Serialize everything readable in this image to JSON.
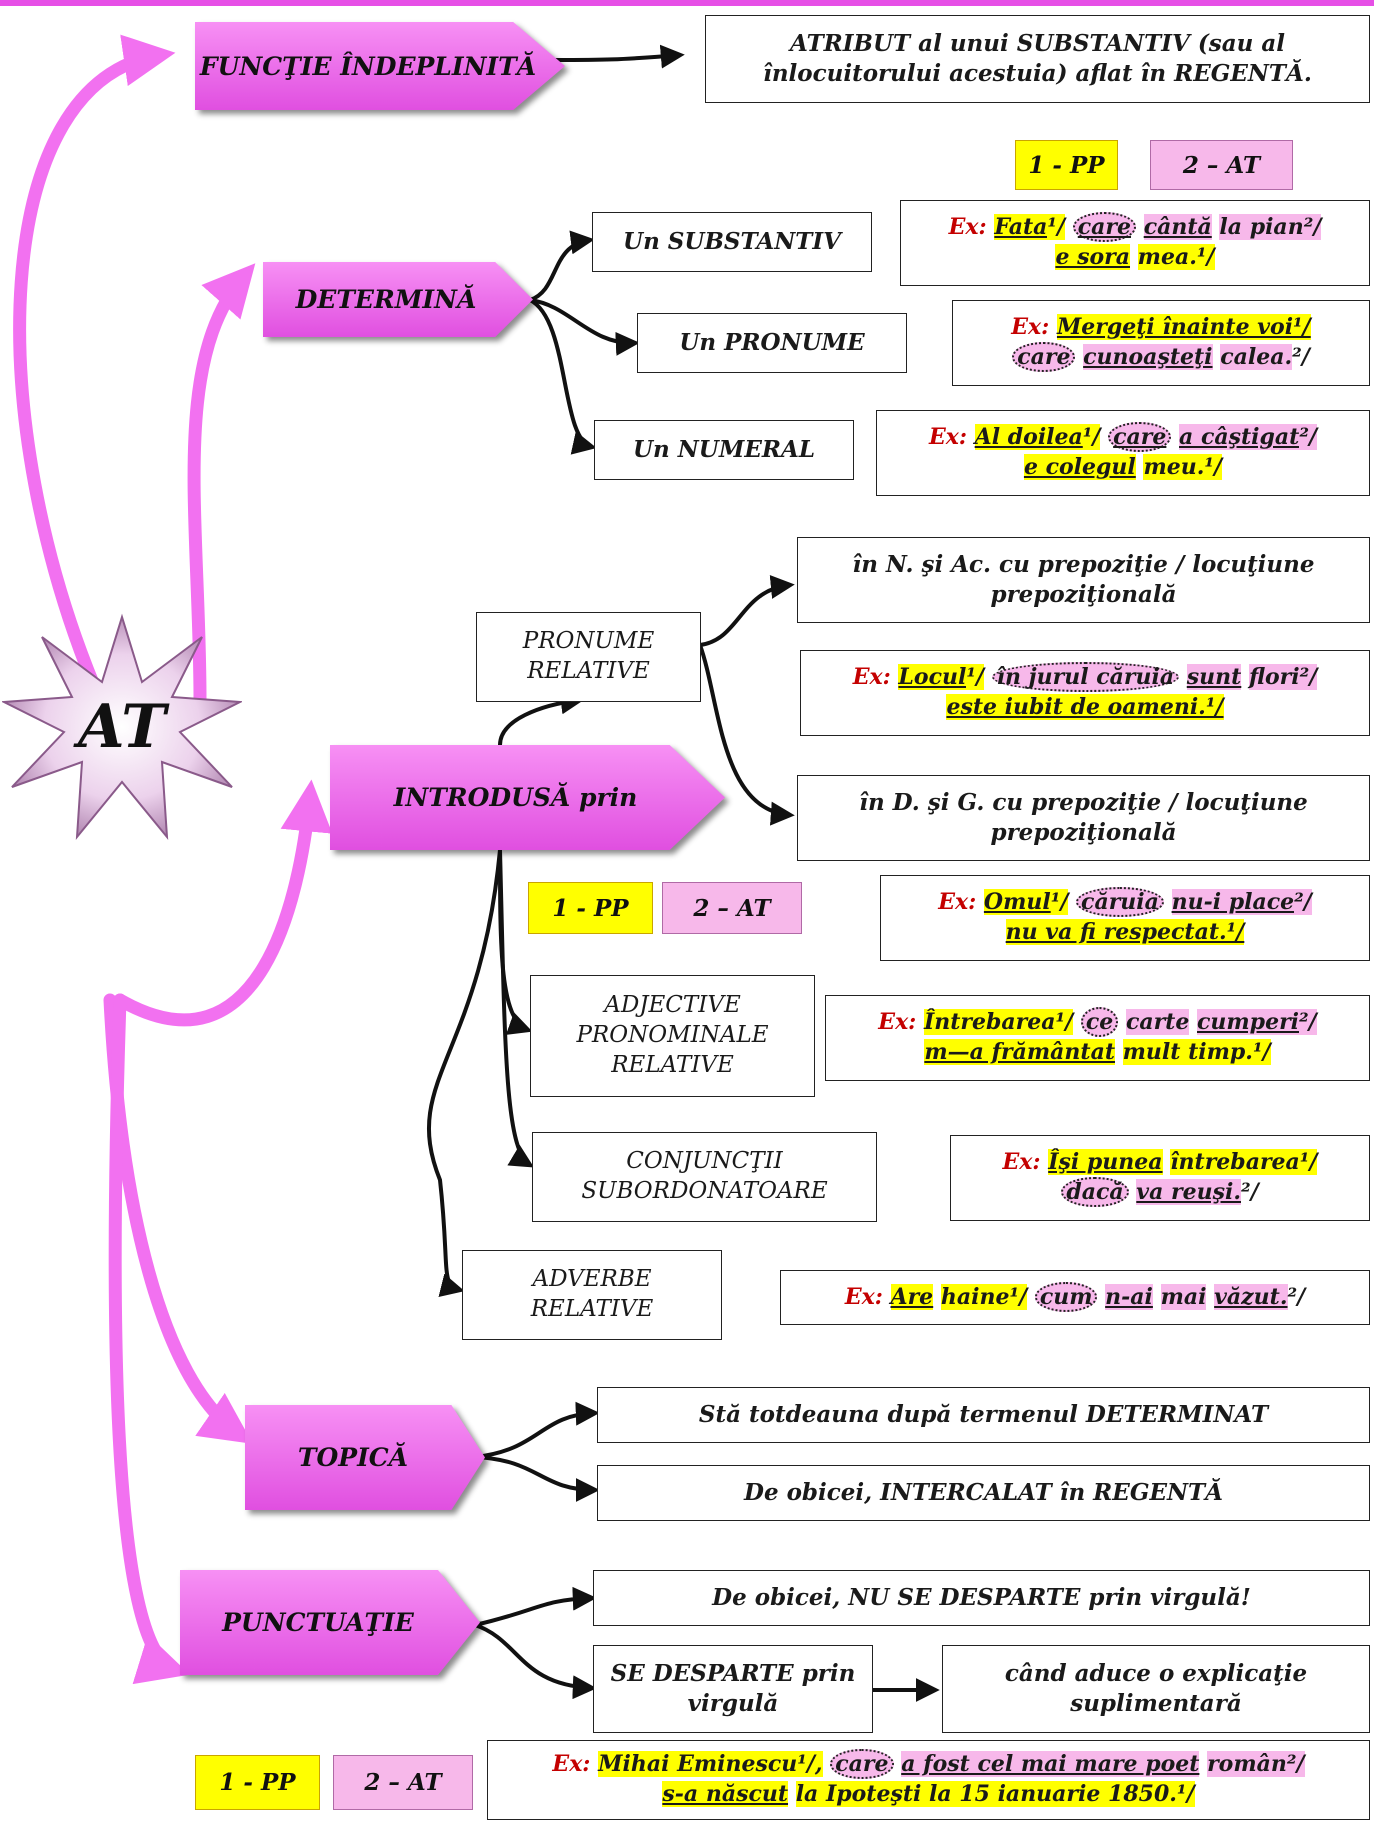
{
  "colors": {
    "connector_pink": "#f271f0",
    "highlight_yellow": "#ffff00",
    "highlight_pink": "#f7b8ea",
    "example_label_red": "#c40000"
  },
  "center": {
    "label": "AT"
  },
  "legend": {
    "pp": "1 - PP",
    "at": "2 – AT"
  },
  "functie": {
    "node": "FUNCŢIE ÎNDEPLINITĂ",
    "text": "ATRIBUT al unui SUBSTANTIV (sau al înlocuitorului acestuia) aflat în REGENTĂ."
  },
  "determina": {
    "node": "DETERMINĂ",
    "items": [
      {
        "label": "Un SUBSTANTIV",
        "ex": [
          "Ex:",
          "Fata",
          "¹/",
          "care",
          "cântă",
          "la pian",
          "²/",
          "e sora",
          "mea.¹/"
        ]
      },
      {
        "label": "Un PRONUME",
        "ex": [
          "Ex:",
          "Mergeţi înainte voi¹/",
          "care",
          "cunoaşteţi",
          "calea.",
          "²/"
        ]
      },
      {
        "label": "Un NUMERAL",
        "ex": [
          "Ex:",
          "Al doilea",
          "¹/",
          "care",
          "a câştigat",
          "²/",
          "e colegul",
          "meu.¹/"
        ]
      }
    ]
  },
  "introdusa": {
    "node": "INTRODUSĂ prin",
    "pronume_relative": "PRONUME RELATIVE",
    "case_na": "în N. şi Ac. cu prepoziţie / locuţiune prepoziţională",
    "ex_na": [
      "Ex:",
      "Locul",
      "¹/",
      "în jurul căruia",
      "sunt",
      "flori",
      "²/",
      "este iubit de oameni.¹/"
    ],
    "case_dg": "în D. şi G. cu prepoziţie / locuţiune prepoziţională",
    "ex_dg": [
      "Ex:",
      "Omul",
      "¹/",
      "căruia",
      "nu-i place",
      "²/",
      "nu va fi respectat.¹/"
    ],
    "adjective": "ADJECTIVE PRONOMINALE RELATIVE",
    "ex_adj": [
      "Ex:",
      "Întrebarea",
      "¹/",
      "ce",
      "carte",
      "cumperi",
      "²/",
      "m—a frământat",
      "mult timp.¹/"
    ],
    "conjunctii": "CONJUNCŢII SUBORDONATOARE",
    "ex_conj": [
      "Ex:",
      "Îşi punea",
      "întrebarea",
      "¹/",
      "dacă",
      "va reuşi.",
      "²/"
    ],
    "adverbe": "ADVERBE RELATIVE",
    "ex_adv": [
      "Ex:",
      "Are",
      "haine",
      "¹/",
      "cum",
      "n-ai",
      "mai",
      "văzut.",
      "²/"
    ]
  },
  "topica": {
    "node": "TOPICĂ",
    "items": [
      "Stă totdeauna după termenul DETERMINAT",
      "De obicei, INTERCALAT în REGENTĂ"
    ]
  },
  "punctuatie": {
    "node": "PUNCTUAŢIE",
    "no_comma": "De obicei, NU SE DESPARTE prin virgulă!",
    "comma": "SE DESPARTE prin virgulă",
    "when": "când aduce o explicaţie suplimentară",
    "ex": [
      "Ex:",
      "Mihai Eminescu",
      "¹/,",
      "care",
      "a fost cel mai mare poet",
      "român",
      "²/",
      "s-a născut",
      "la Ipoteşti la 15 ianuarie 1850.¹/"
    ]
  }
}
